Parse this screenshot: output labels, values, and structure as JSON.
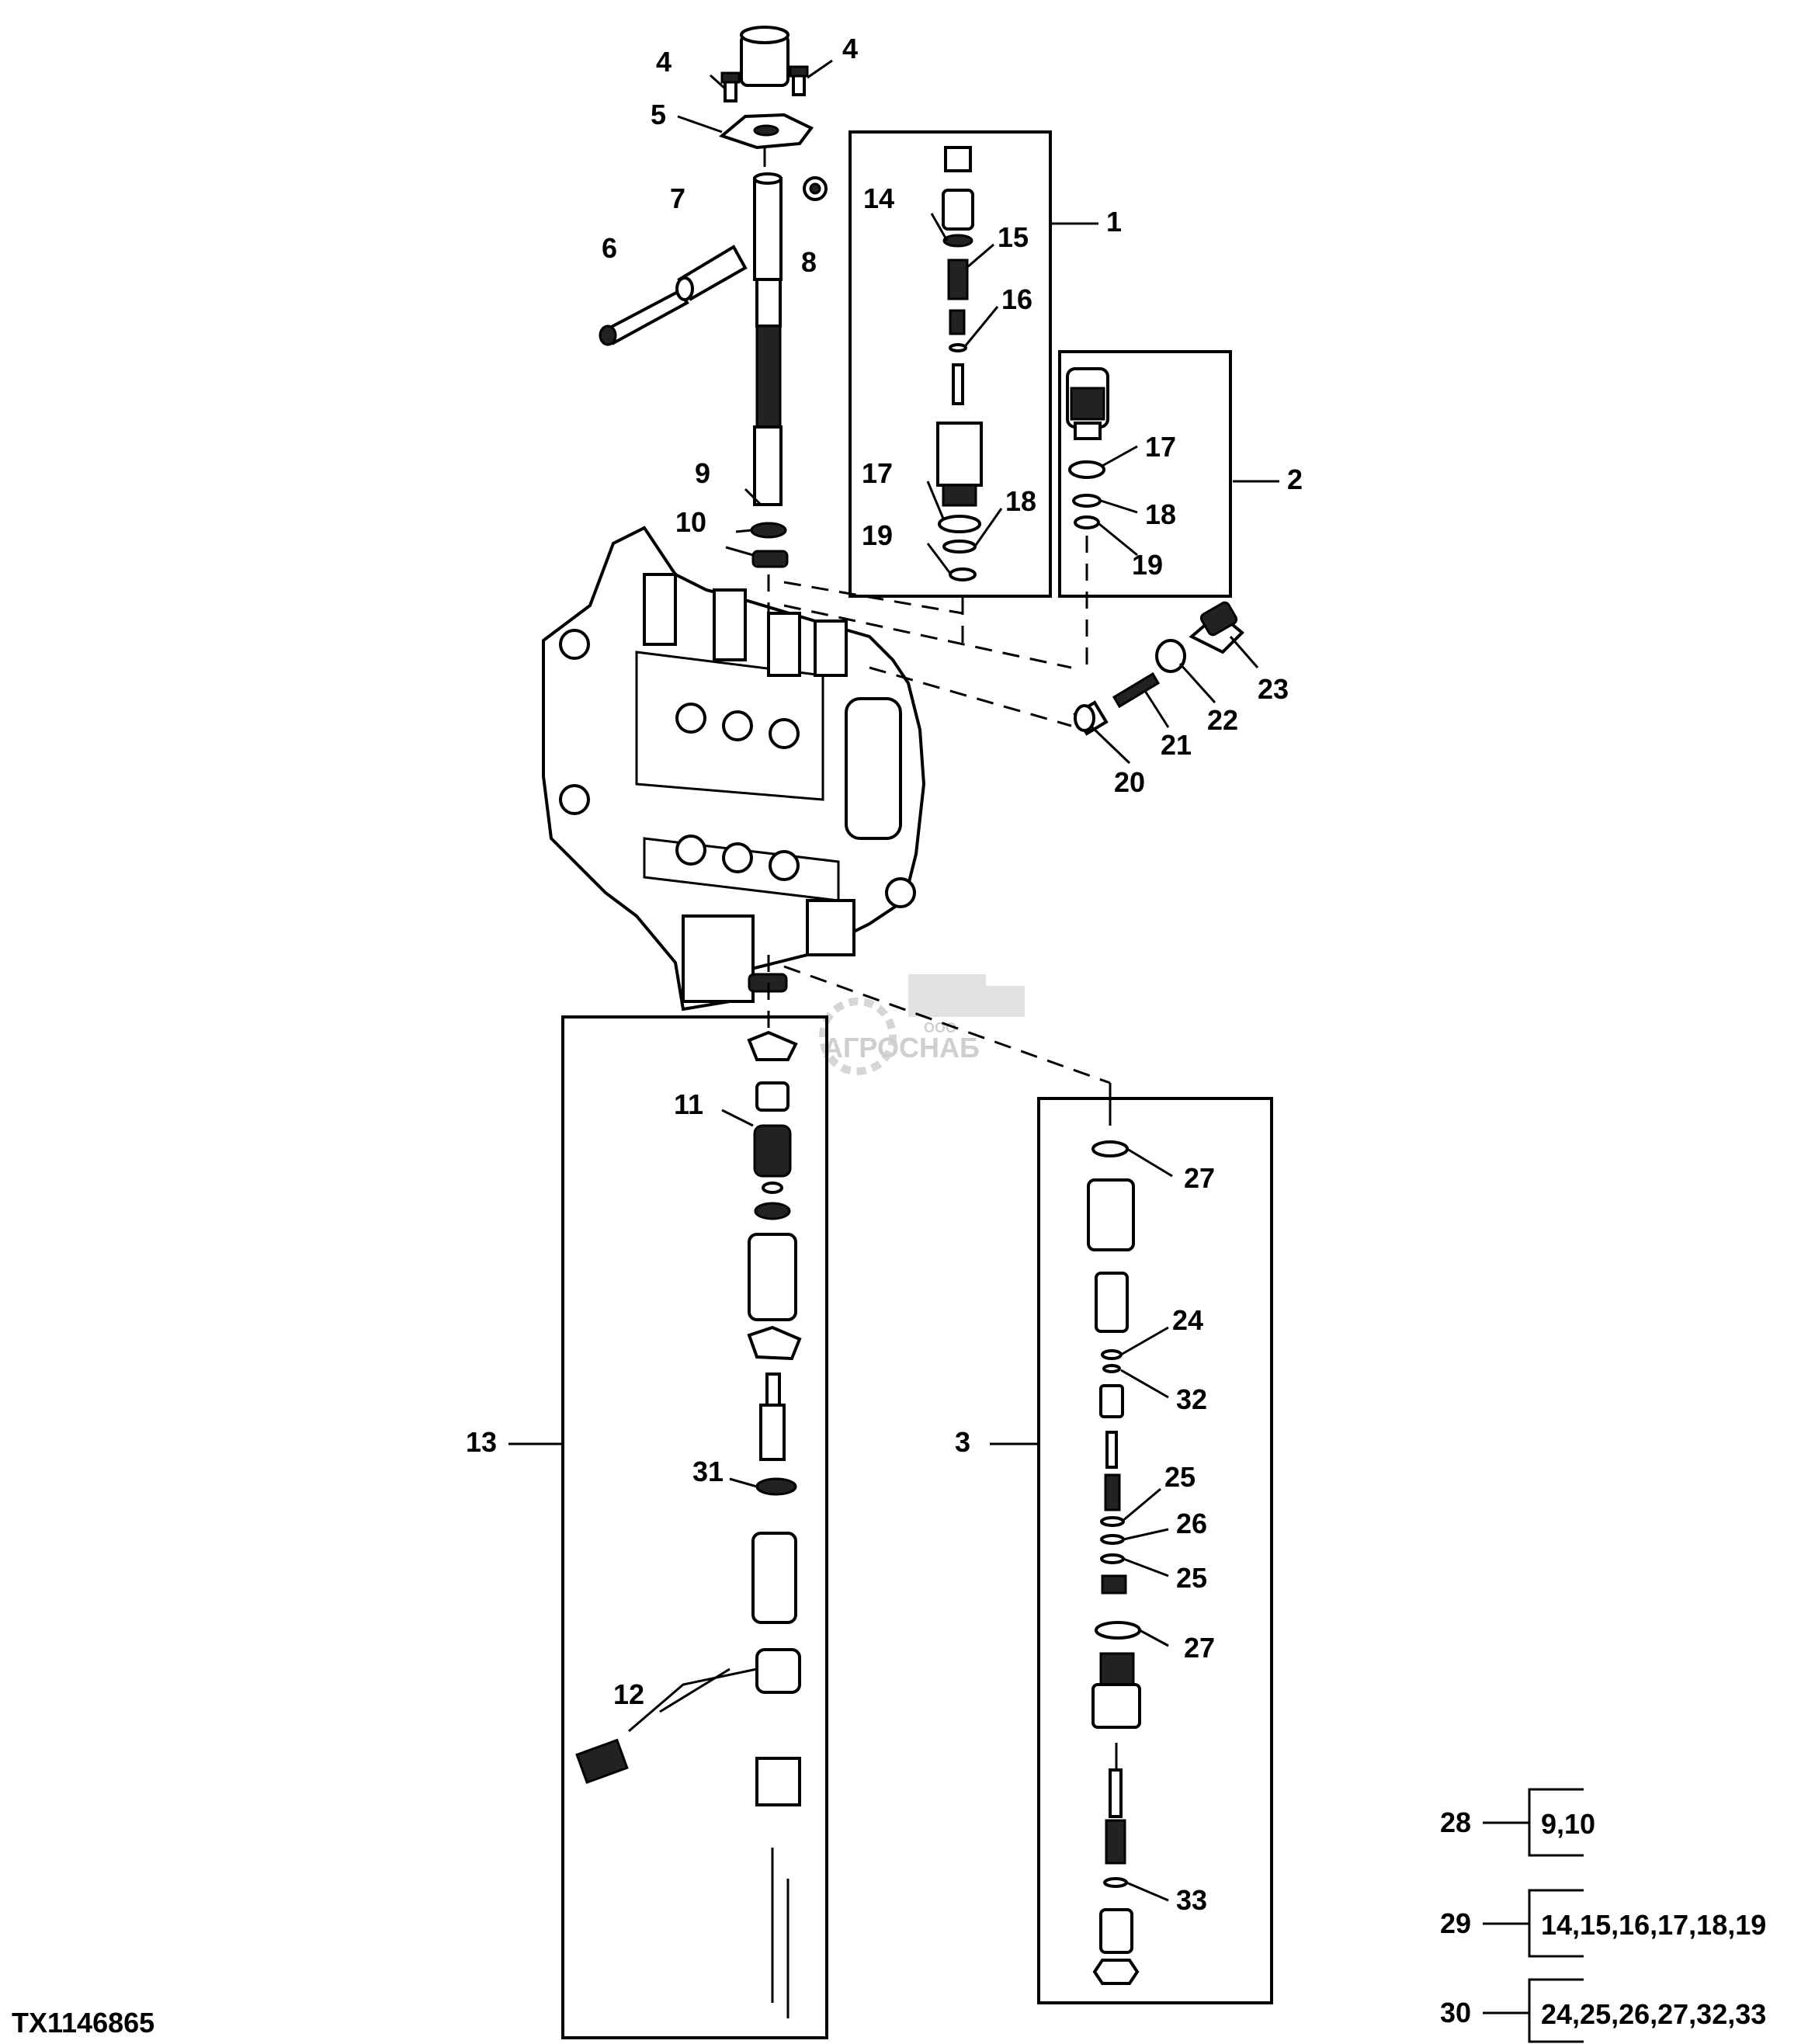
{
  "figure_id": "TX1146865",
  "watermark": {
    "small": "ООО",
    "brand": "АГРОСНАБ"
  },
  "callouts": {
    "c1": "1",
    "c2": "2",
    "c3": "3",
    "c4a": "4",
    "c4b": "4",
    "c5": "5",
    "c6": "6",
    "c7": "7",
    "c8": "8",
    "c9": "9",
    "c10": "10",
    "c11": "11",
    "c12": "12",
    "c13": "13",
    "c14": "14",
    "c15": "15",
    "c16": "16",
    "c17a": "17",
    "c17b": "17",
    "c18a": "18",
    "c18b": "18",
    "c19a": "19",
    "c19b": "19",
    "c20": "20",
    "c21": "21",
    "c22": "22",
    "c23": "23",
    "c24": "24",
    "c25a": "25",
    "c25b": "25",
    "c26": "26",
    "c27a": "27",
    "c27b": "27",
    "c31": "31",
    "c32": "32",
    "c33": "33"
  },
  "kits": [
    {
      "id": "28",
      "contents": "9,10"
    },
    {
      "id": "29",
      "contents": "14,15,16,17,18,19"
    },
    {
      "id": "30",
      "contents": "24,25,26,27,32,33"
    }
  ]
}
